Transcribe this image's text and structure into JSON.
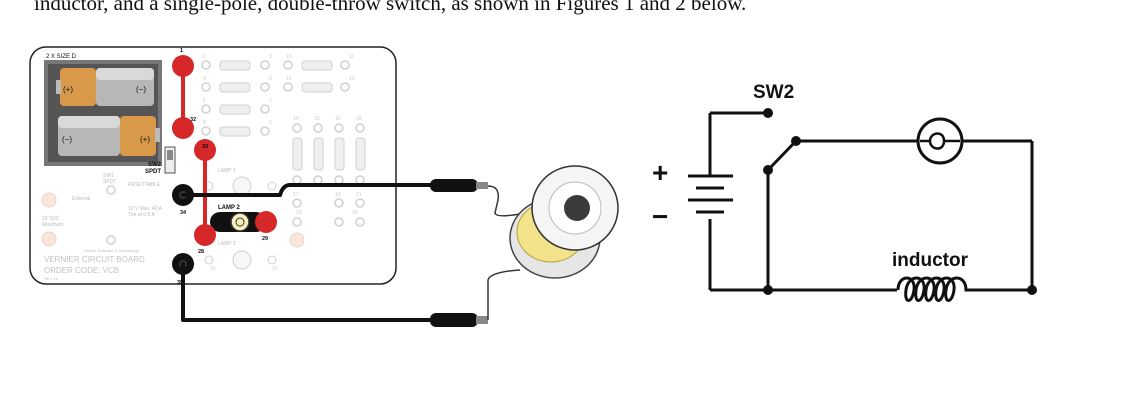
{
  "caption": "inductor, and a single-pole, double-throw switch, as shown in Figures 1 and 2 below.",
  "board": {
    "battery_label": "2 X SIZE D",
    "battery_plus": "(+)",
    "battery_minus": "(−)",
    "switch_label": "SW2",
    "switch_type": "SPDT",
    "sw1_label": "SW1",
    "sw1_type": "SPDT",
    "external_label": "External",
    "lamp2": "LAMP 2",
    "lamp1": "LAMP 1",
    "lamp3": "LAMP 3",
    "vdc_label": "10 VDC",
    "max_label": "Maximum",
    "resettable": "RESETTABLE",
    "rating": "10 V Max. 40 A",
    "trip": "Trip at 0.8 A",
    "footer1": "VERNIER CIRCUIT BOARD",
    "footer2": "ORDER CODE: VCB",
    "rev": "REV 1A",
    "vernier": "Vernier Software & Technology",
    "terminals": {
      "t1": "1",
      "t32": "32",
      "t33": "33",
      "t34": "34",
      "t35": "35",
      "t28": "28",
      "t29": "29",
      "r_nums": [
        "2",
        "3",
        "4",
        "5",
        "6",
        "7",
        "8",
        "9",
        "10",
        "11",
        "12",
        "13"
      ],
      "col_nums": [
        "14",
        "15",
        "16",
        "18",
        "20",
        "17",
        "19",
        "21",
        "22",
        "23",
        "24",
        "25",
        "26",
        "27",
        "30",
        "31"
      ]
    }
  },
  "schematic": {
    "switch_label": "SW2",
    "plus": "+",
    "minus": "−",
    "inductor_label": "inductor"
  }
}
